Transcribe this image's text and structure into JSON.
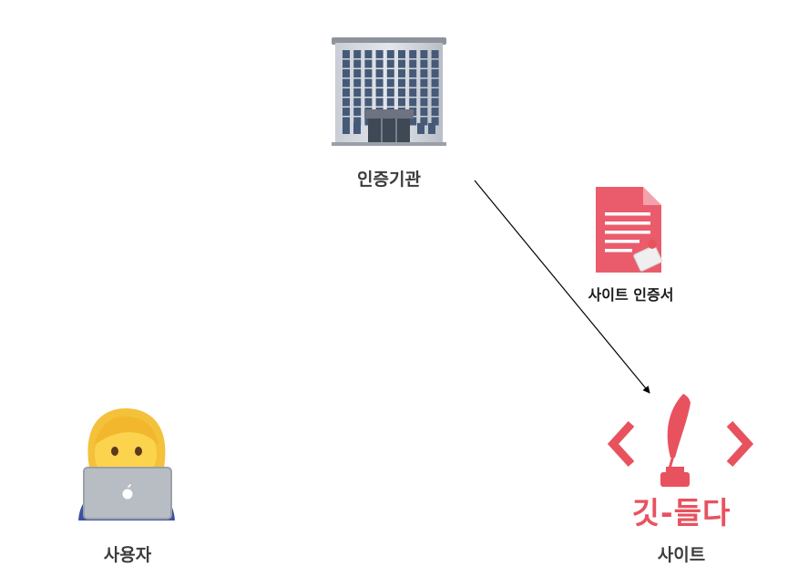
{
  "nodes": {
    "authority": {
      "label": "인증기관",
      "icon": "office-building-icon"
    },
    "certificate": {
      "label": "사이트 인증서",
      "icon": "document-certificate-icon"
    },
    "user": {
      "label": "사용자",
      "icon": "woman-technologist-icon"
    },
    "site": {
      "label": "사이트",
      "icon": "quill-code-logo",
      "logo_text": "깃-들다"
    }
  },
  "edges": [
    {
      "from": "authority",
      "to": "site",
      "style": "arrow"
    }
  ],
  "colors": {
    "logo": "#e8525f",
    "label": "#3c3c3c",
    "document": "#ea5c6c",
    "arrow": "#000000"
  }
}
